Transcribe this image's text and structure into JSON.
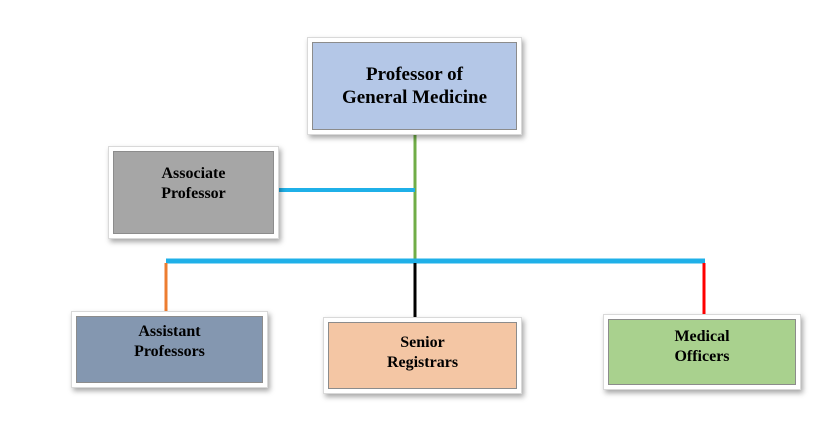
{
  "colors": {
    "professor_fill": "#b4c7e7",
    "associate_fill": "#a6a6a6",
    "assistant_fill": "#8497b0",
    "registrar_fill": "#f4c6a4",
    "medical_fill": "#a9d18e",
    "trunk_line": "#70ad47",
    "bus_line": "#1fb0e8",
    "assistant_line": "#ed7d31",
    "registrar_line": "#000000",
    "medical_line": "#ff0000"
  },
  "nodes": {
    "professor": "Professor of\nGeneral Medicine",
    "associate": "Associate\nProfessor",
    "assistant": "Assistant\nProfessors",
    "registrar": "Senior\nRegistrars",
    "medical": "Medical\nOfficers"
  }
}
